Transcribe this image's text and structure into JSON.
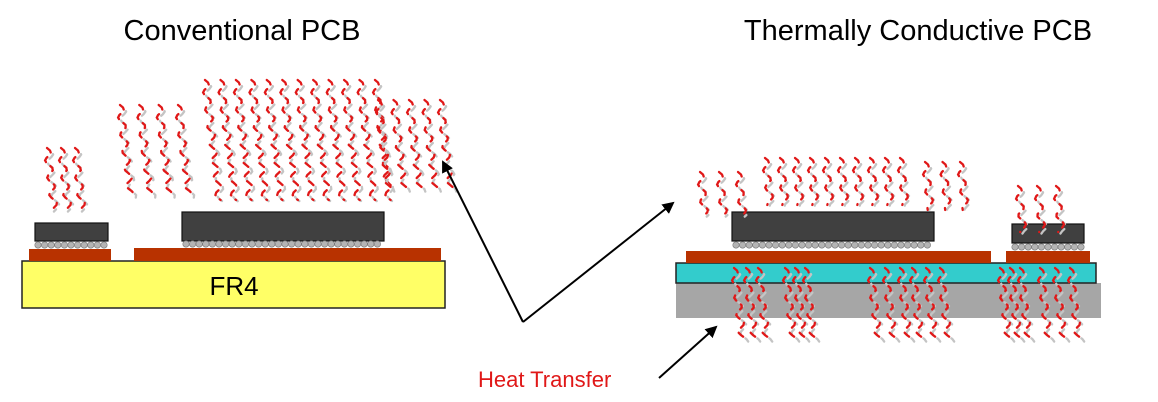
{
  "left_panel": {
    "title": "Conventional PCB",
    "substrate_label": "FR4"
  },
  "right_panel": {
    "title": "Thermally Conductive PCB"
  },
  "callout": {
    "label": "Heat Transfer"
  },
  "colors": {
    "fr4": "#ffff66",
    "copper": "#b83200",
    "component": "#404040",
    "solder_ball": "#b4b4b4",
    "dielectric": "#33cccc",
    "metal_base": "#a6a6a6",
    "heat_primary": "#e01818",
    "heat_shadow": "#c4c4c4",
    "label_accent": "#e01818"
  },
  "icons": {
    "heat_wave": "wavy-dashed-heat-line",
    "pointer": "arrow"
  }
}
